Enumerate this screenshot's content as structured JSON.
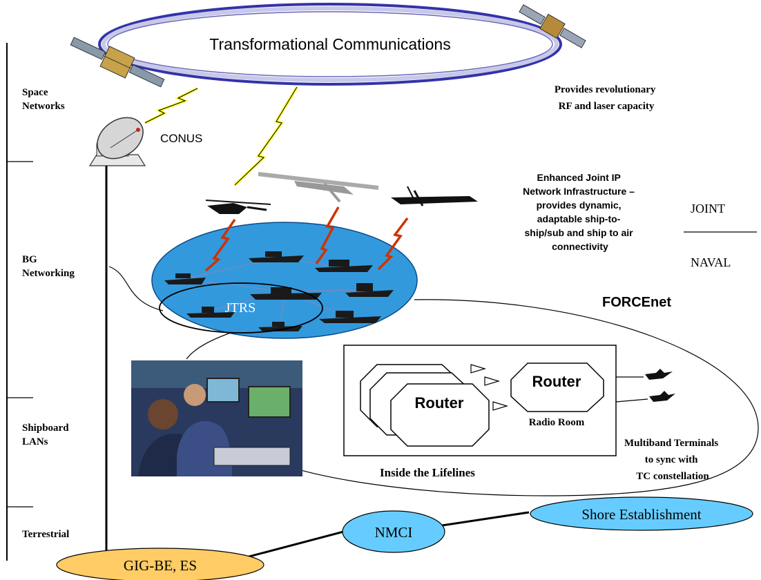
{
  "title": "Transformational Communications",
  "layers": [
    "Space Networks",
    "BG Networking",
    "Shipboard LANs",
    "Terrestrial"
  ],
  "space": {
    "conus": "CONUS",
    "capacity_line1": "Provides revolutionary",
    "capacity_line2": "RF and laser capacity"
  },
  "joint_text": {
    "line1": "Enhanced Joint  IP",
    "line2": "Network Infrastructure –",
    "line3": "provides dynamic,",
    "line4": "adaptable ship-to-",
    "line5": "ship/sub and ship to air",
    "line6": "connectivity"
  },
  "domains": {
    "joint": "JOINT",
    "naval": "NAVAL"
  },
  "forcenet": "FORCEnet",
  "jtrs": "JTRS",
  "radio_room": {
    "router_back": "Router",
    "router_front": "Router",
    "label": "Radio Room"
  },
  "inside_lifelines": "Inside the Lifelines",
  "multiband": {
    "line1": "Multiband Terminals",
    "line2": "to sync with",
    "line3": "TC constellation"
  },
  "shore_nodes": {
    "gig": "GIG-BE, ES",
    "nmci": "NMCI",
    "shore": "Shore Establishment"
  },
  "colors": {
    "ring_fill": "#c8c8e8",
    "bg_ellipse": "#3399dd",
    "nmci_fill": "#66ccff",
    "gig_fill": "#ffcc66",
    "bolt_yellow": "#ffff33",
    "bolt_red": "#cc3300"
  }
}
